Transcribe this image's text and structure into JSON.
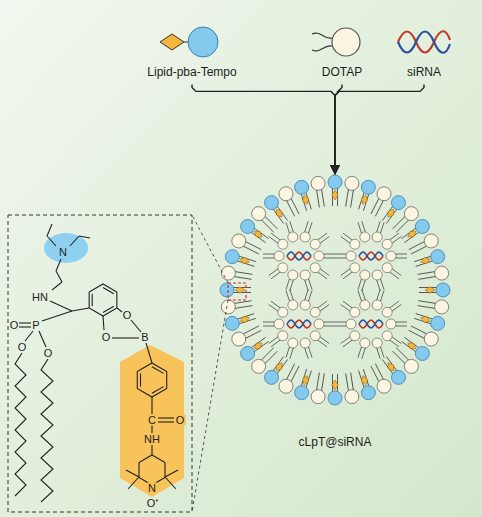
{
  "diagram": {
    "nodes": [
      {
        "text": [
          "Lipid-pba-Tempo"
        ]
      },
      {
        "text": [
          "DOTAP"
        ]
      },
      {
        "text": [
          "siRNA"
        ]
      },
      {
        "text": [
          "cLpT@siRNA"
        ]
      }
    ],
    "edges": [
      {
        "from": 0,
        "to": 3,
        "arrow": "to"
      },
      {
        "from": 1,
        "to": 3,
        "arrow": "to"
      },
      {
        "from": 2,
        "to": 3,
        "arrow": "to"
      }
    ],
    "labels": [
      "N",
      "HN",
      "O",
      "P",
      "O",
      "O",
      "O",
      "O",
      "B",
      "C",
      "O",
      "NH",
      "N",
      "O⁺"
    ]
  }
}
